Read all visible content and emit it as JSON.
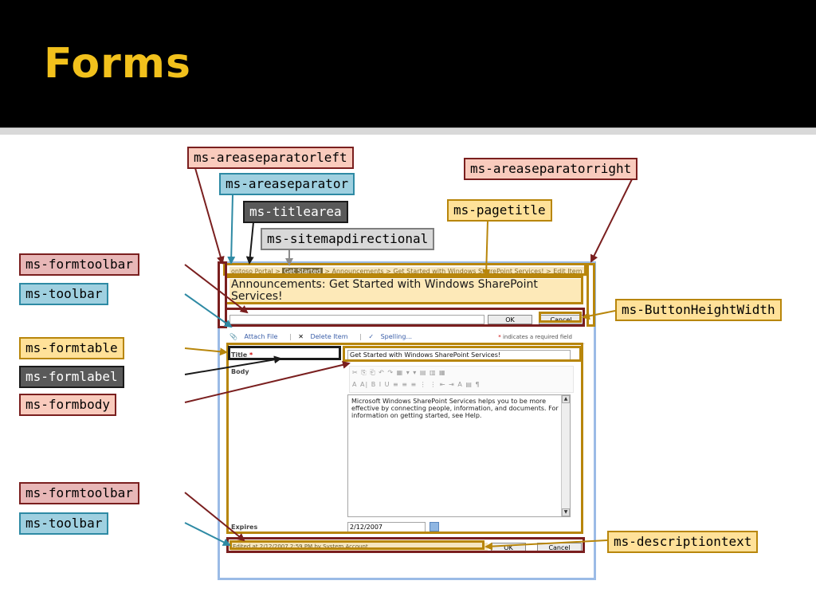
{
  "slide": {
    "title": "Forms"
  },
  "labels": {
    "areaseparatorleft": "ms-areaseparatorleft",
    "areaseparatorright": "ms-areaseparatorright",
    "areaseparator": "ms-areaseparator",
    "titlearea": "ms-titlearea",
    "pagetitle": "ms-pagetitle",
    "sitemapdirectional": "ms-sitemapdirectional",
    "formtoolbar_top": "ms-formtoolbar",
    "toolbar_top": "ms-toolbar",
    "buttonheightwidth": "ms-ButtonHeightWidth",
    "formtable": "ms-formtable",
    "formlabel": "ms-formlabel",
    "formbody": "ms-formbody",
    "formtoolbar_bottom": "ms-formtoolbar",
    "toolbar_bottom": "ms-toolbar",
    "descriptiontext": "ms-descriptiontext"
  },
  "screenshot": {
    "breadcrumb_start": "ontoso Portal > ",
    "breadcrumb_highlight": "Get Started",
    "breadcrumb_end": " > Announcements > Get Started with Windows SharePoint Services! > Edit Item",
    "page_title": "Announcements: Get Started with Windows SharePoint Services!",
    "ok_label": "OK",
    "cancel_label": "Cancel",
    "attach_file": "Attach File",
    "delete_item": "Delete Item",
    "spelling": "Spelling...",
    "required_star": "*",
    "required_note": "indicates a required field",
    "field_title_label": "Title",
    "field_title_star": "*",
    "field_title_value": "Get Started with Windows SharePoint Services!",
    "field_body_label": "Body",
    "rte_row1": "✂ ⎘ ⎗ ↶ ↷ ▦ ▾ ▾ ▤ ▥ ▦",
    "rte_row2": "A A| B I U ≡ ≡ ≡ ⋮ ⋮ ⇤ ⇥ A ▤ ¶",
    "body_text": "Microsoft Windows SharePoint Services helps you to be more effective by connecting people, information, and documents. For information on getting started, see Help.",
    "field_expires_label": "Expires",
    "expires_value": "2/12/2007",
    "created_text": "Edited at 2/12/2007 2:59 PM by System Account"
  }
}
